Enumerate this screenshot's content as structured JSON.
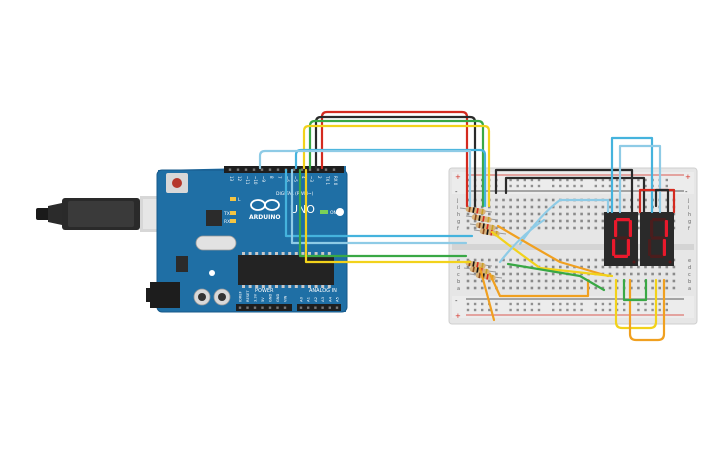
{
  "arduino": {
    "brand": "ARDUINO",
    "model": "UNO",
    "digital_header_label": "DIGITAL (PWM~)",
    "power_label": "POWER",
    "analog_label": "ANALOG IN",
    "on_led_label": "ON",
    "tx_label": "TX",
    "rx_label": "RX",
    "l_label": "L",
    "aref_label": "AREF",
    "gnd_label": "GND",
    "digital_pins": [
      "13",
      "12",
      "~11",
      "~10",
      "~9",
      "8",
      "7",
      "~6",
      "~5",
      "4",
      "~3",
      "2",
      "TX 1",
      "RX 0"
    ],
    "power_pins": [
      "IOREF",
      "RESET",
      "3.3V",
      "5V",
      "GND",
      "GND",
      "VIN"
    ],
    "analog_pins": [
      "A0",
      "A1",
      "A2",
      "A3",
      "A4",
      "A5"
    ]
  },
  "breadboard": {
    "row_letters_top": [
      "j",
      "i",
      "h",
      "g",
      "f"
    ],
    "row_letters_bottom": [
      "e",
      "d",
      "c",
      "b",
      "a"
    ],
    "rail_plus": "+",
    "rail_minus": "-"
  },
  "display": {
    "digits": [
      "0",
      "1"
    ],
    "segment_color": "#e8192c",
    "body_color": "#2a2a2a"
  },
  "wires": {
    "colors": [
      "#d42a1f",
      "#2a2a2a",
      "#f2d21b",
      "#39a845",
      "#45b3dd",
      "#8ecbe6",
      "#f0a020"
    ]
  },
  "board_color": "#1f6fa5"
}
